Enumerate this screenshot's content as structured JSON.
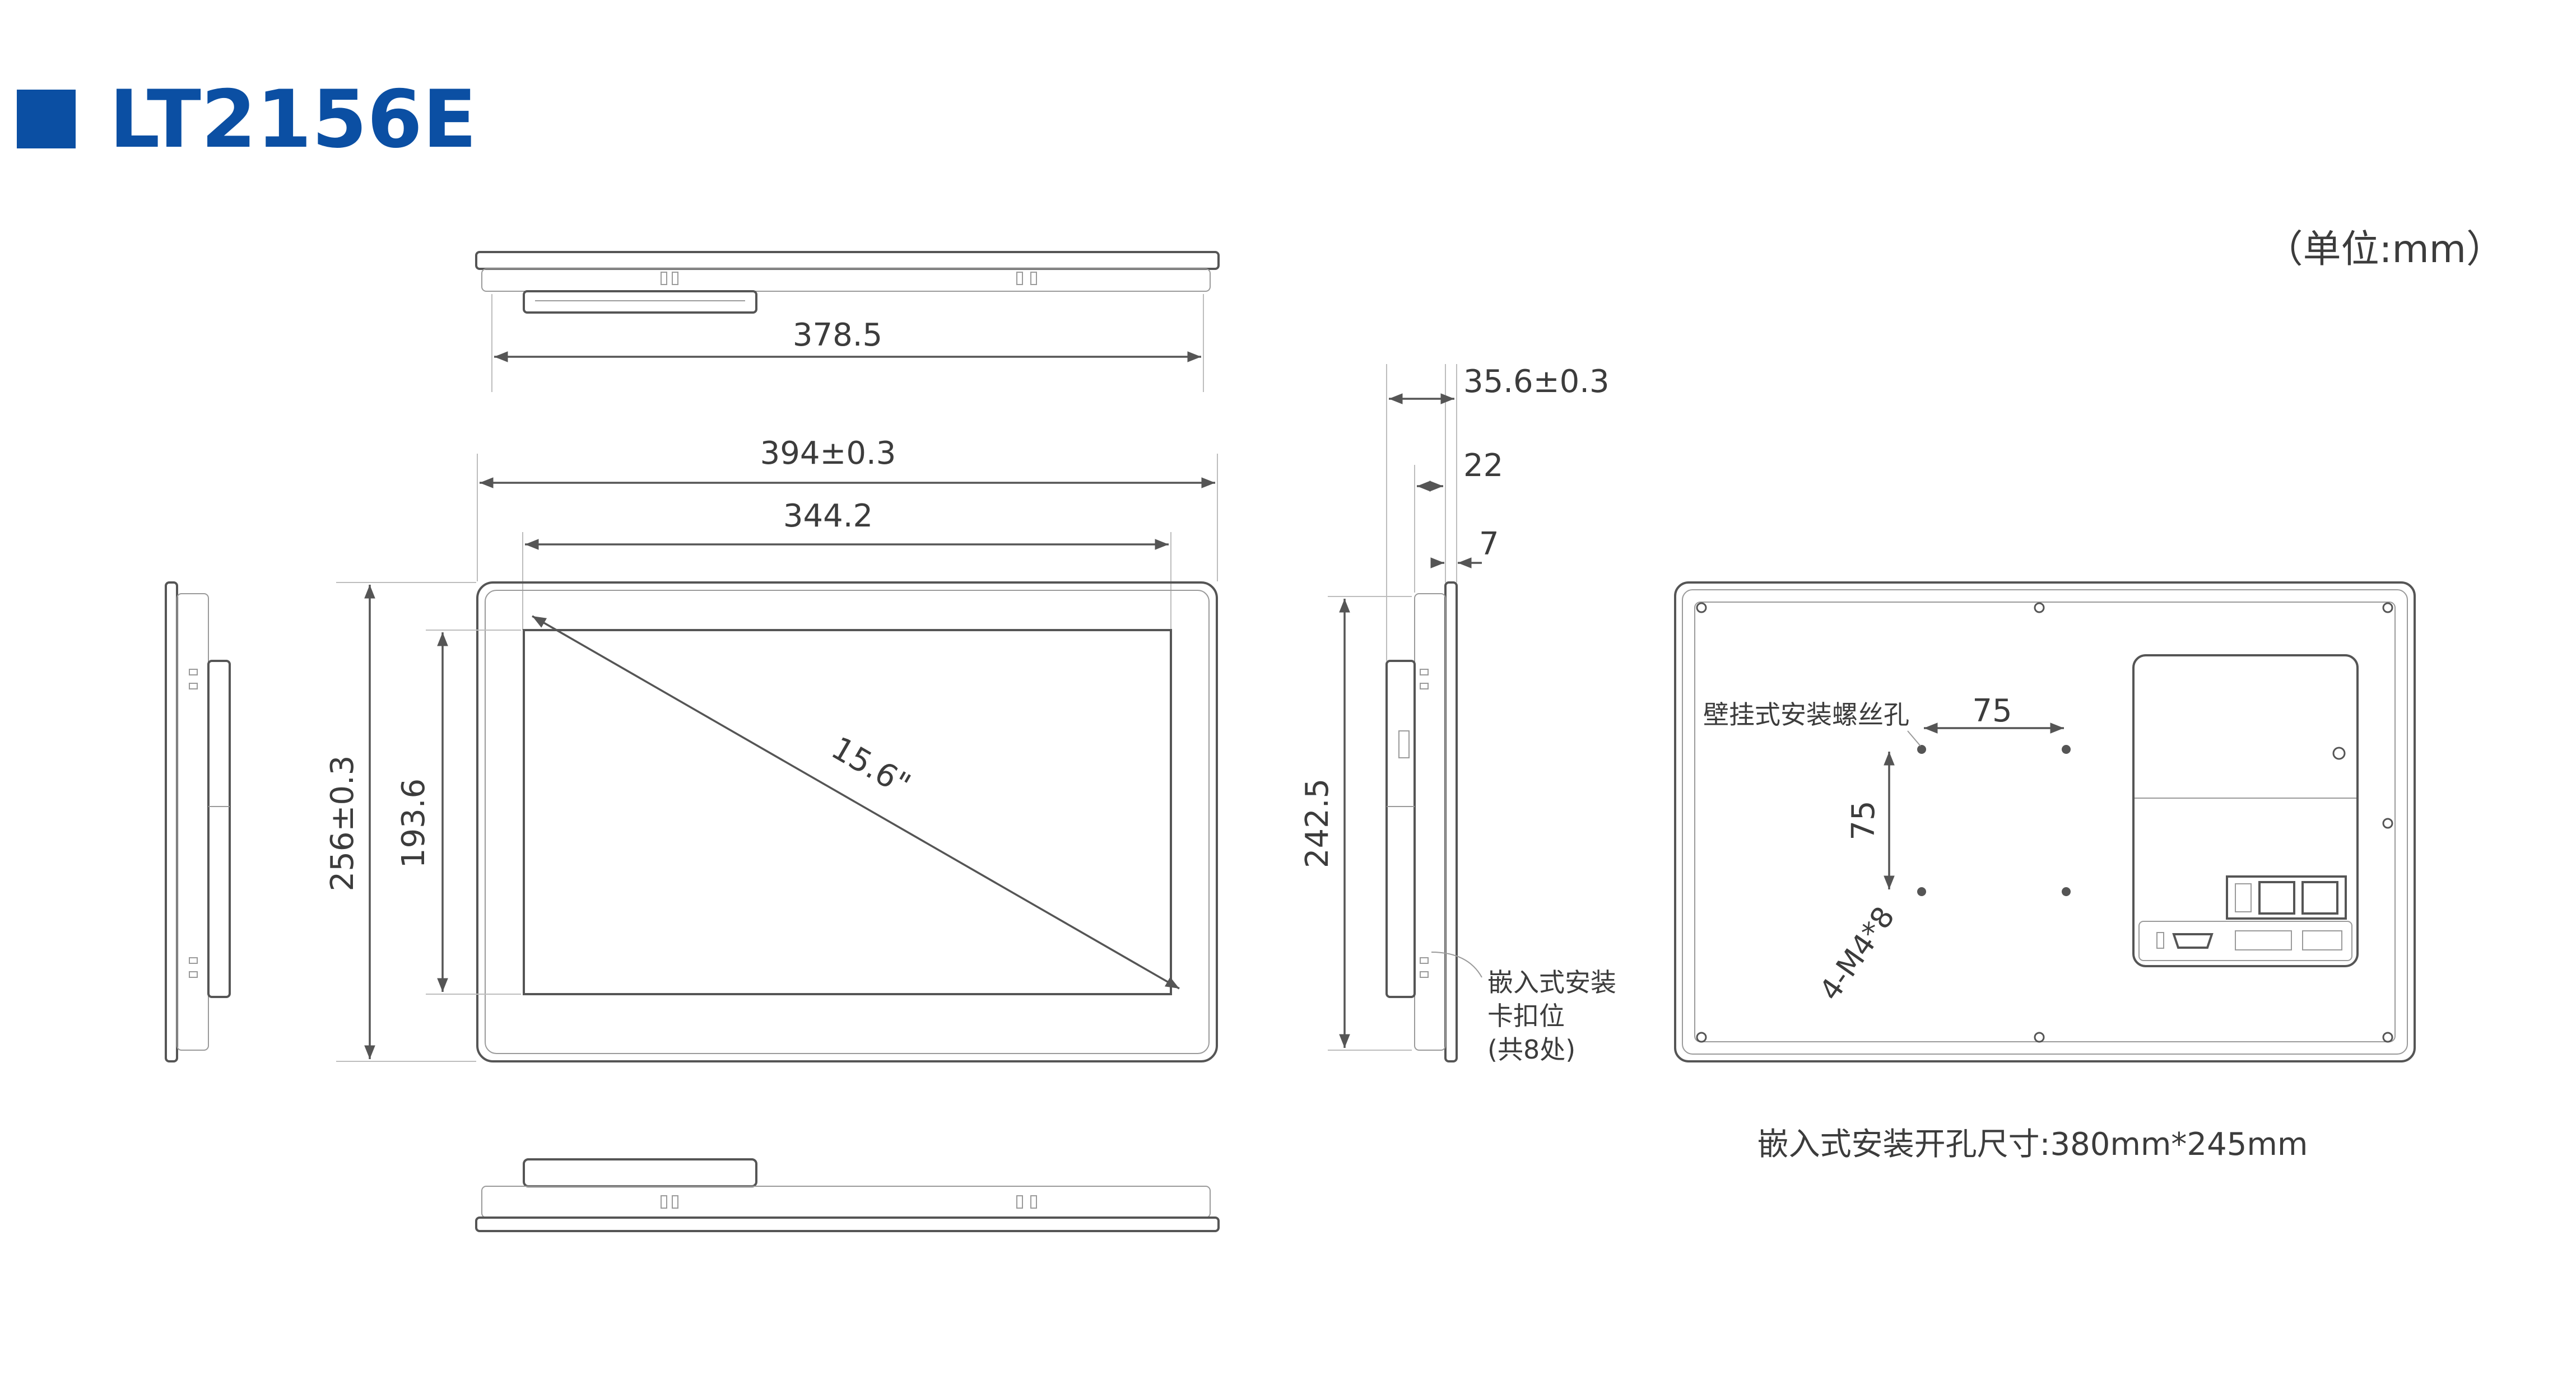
{
  "header": {
    "title": "LT2156E",
    "accent_color": "#0b4fa3"
  },
  "unit_note": "（单位:mm）",
  "dimensions": {
    "top_width": "378.5",
    "overall_width": "394±0.3",
    "screen_width": "344.2",
    "overall_height": "256±0.3",
    "screen_height": "193.6",
    "diagonal": "15.6\"",
    "side_height": "242.5",
    "depth_total": "35.6±0.3",
    "depth_body": "22",
    "depth_bezel": "7",
    "vesa_h": "75",
    "vesa_v": "75",
    "screws": "4-M4*8"
  },
  "notes": {
    "wall_mount": "壁挂式安装螺丝孔",
    "clip_line1": "嵌入式安装",
    "clip_line2": "卡扣位",
    "clip_line3": "(共8处)",
    "cutout": "嵌入式安装开孔尺寸:380mm*245mm"
  }
}
